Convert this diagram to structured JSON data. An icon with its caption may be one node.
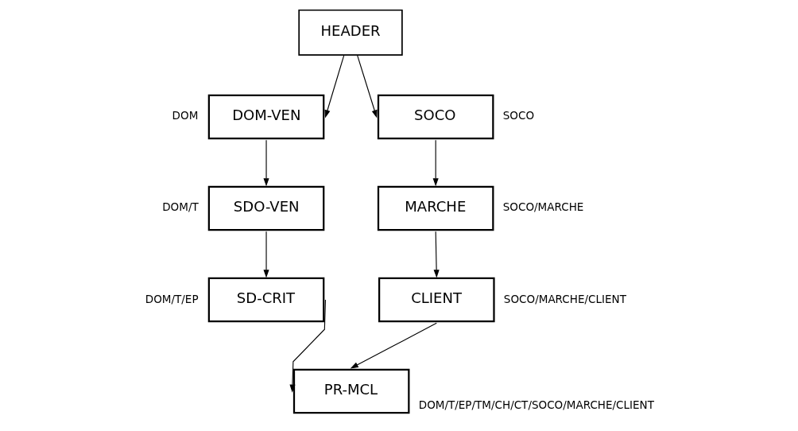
{
  "diagram": {
    "nodes": [
      {
        "text": [
          "HEADER"
        ]
      },
      {
        "text": [
          "DOM-VEN"
        ],
        "beside": [
          "DOM"
        ]
      },
      {
        "text": [
          "SDO-VEN"
        ],
        "beside": [
          "DOM/T"
        ]
      },
      {
        "text": [
          "SD-CRIT"
        ],
        "beside": [
          "DOM/T/EP"
        ]
      },
      {
        "text": [
          "SOCO"
        ],
        "beside": [
          "SOCO"
        ]
      },
      {
        "text": [
          "MARCHE"
        ],
        "beside": [
          "SOCO/MARCHE"
        ]
      },
      {
        "text": [
          "CLIENT"
        ],
        "beside": [
          "SOCO/MARCHE/CLIENT"
        ]
      },
      {
        "text": [
          "PR-MCL"
        ],
        "beside": [
          "DOM/T/EP/TM/CH/CT/SOCO/MARCHE/CLIENT"
        ]
      }
    ],
    "edges": [
      {
        "from": 0,
        "to": 1,
        "arrow": "to"
      },
      {
        "from": 0,
        "to": 4,
        "arrow": "to"
      },
      {
        "from": 1,
        "to": 2,
        "arrow": "to"
      },
      {
        "from": 2,
        "to": 3,
        "arrow": "to"
      },
      {
        "from": 4,
        "to": 5,
        "arrow": "to"
      },
      {
        "from": 5,
        "to": 6,
        "arrow": "to"
      },
      {
        "from": 3,
        "to": 7,
        "arrow": "to"
      },
      {
        "from": 6,
        "to": 7,
        "arrow": "to"
      }
    ]
  }
}
